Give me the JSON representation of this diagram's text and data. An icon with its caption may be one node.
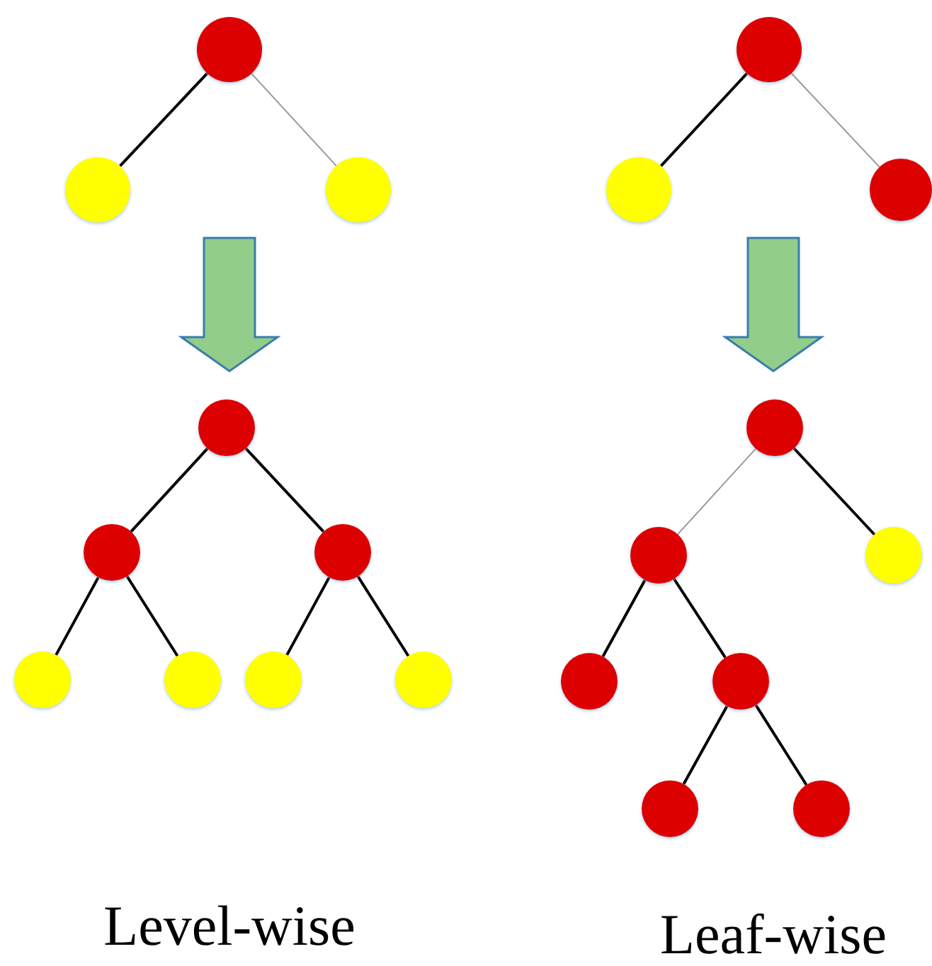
{
  "diagram": {
    "nodes": [
      {
        "text": [],
        "shape": "circle"
      },
      {
        "text": [],
        "shape": "circle"
      },
      {
        "text": [],
        "shape": "circle"
      },
      {
        "text": [],
        "shape": "circle"
      },
      {
        "text": [],
        "shape": "circle"
      },
      {
        "text": [],
        "shape": "circle"
      },
      {
        "text": [],
        "shape": "circle"
      },
      {
        "text": [],
        "shape": "circle"
      },
      {
        "text": [],
        "shape": "circle"
      },
      {
        "text": [],
        "shape": "circle"
      },
      {
        "text": [],
        "shape": "circle"
      },
      {
        "text": [],
        "shape": "circle"
      },
      {
        "text": [],
        "shape": "circle"
      },
      {
        "text": [],
        "shape": "circle"
      },
      {
        "text": [],
        "shape": "circle"
      },
      {
        "text": [],
        "shape": "circle"
      },
      {
        "text": [],
        "shape": "circle"
      },
      {
        "text": [],
        "shape": "circle"
      },
      {
        "text": [],
        "shape": "circle"
      },
      {
        "text": [],
        "shape": "circle"
      }
    ],
    "edges": [
      {
        "from": 0,
        "to": 1,
        "arrow": "none"
      },
      {
        "from": 0,
        "to": 2,
        "arrow": "none",
        "color": "#999999"
      },
      {
        "from": 3,
        "to": 4,
        "arrow": "none"
      },
      {
        "from": 3,
        "to": 5,
        "arrow": "none",
        "color": "#999999"
      },
      {
        "from": 6,
        "to": 7,
        "arrow": "none"
      },
      {
        "from": 6,
        "to": 8,
        "arrow": "none"
      },
      {
        "from": 7,
        "to": 9,
        "arrow": "none"
      },
      {
        "from": 7,
        "to": 10,
        "arrow": "none"
      },
      {
        "from": 8,
        "to": 11,
        "arrow": "none"
      },
      {
        "from": 8,
        "to": 12,
        "arrow": "none"
      },
      {
        "from": 13,
        "to": 14,
        "arrow": "none",
        "color": "#999999"
      },
      {
        "from": 13,
        "to": 15,
        "arrow": "none"
      },
      {
        "from": 14,
        "to": 16,
        "arrow": "none"
      },
      {
        "from": 14,
        "to": 17,
        "arrow": "none"
      },
      {
        "from": 17,
        "to": 18,
        "arrow": "none"
      },
      {
        "from": 17,
        "to": 19,
        "arrow": "none"
      }
    ],
    "labels": [
      "Level-wise",
      "Leaf-wise"
    ]
  }
}
